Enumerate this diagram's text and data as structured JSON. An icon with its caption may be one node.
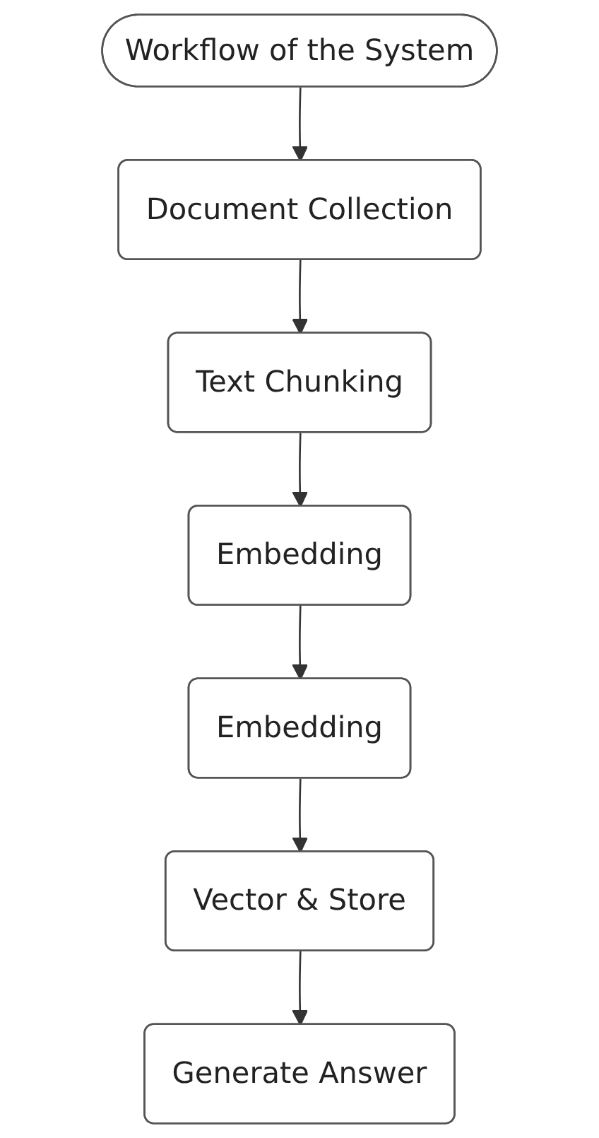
{
  "diagram": {
    "nodes": [
      {
        "text": [
          "Workflow of the System"
        ]
      },
      {
        "text": [
          "Document Collection"
        ]
      },
      {
        "text": [
          "Text Chunking"
        ]
      },
      {
        "text": [
          "Embedding"
        ]
      },
      {
        "text": [
          "Embedding"
        ]
      },
      {
        "text": [
          "Vector & Store"
        ]
      },
      {
        "text": [
          "Generate Answer"
        ]
      }
    ],
    "edges": [
      {
        "from": 0,
        "to": 1,
        "arrow": "to"
      },
      {
        "from": 1,
        "to": 2,
        "arrow": "to"
      },
      {
        "from": 2,
        "to": 3,
        "arrow": "to"
      },
      {
        "from": 3,
        "to": 4,
        "arrow": "to"
      },
      {
        "from": 4,
        "to": 5,
        "arrow": "to"
      },
      {
        "from": 5,
        "to": 6,
        "arrow": "to"
      }
    ]
  }
}
